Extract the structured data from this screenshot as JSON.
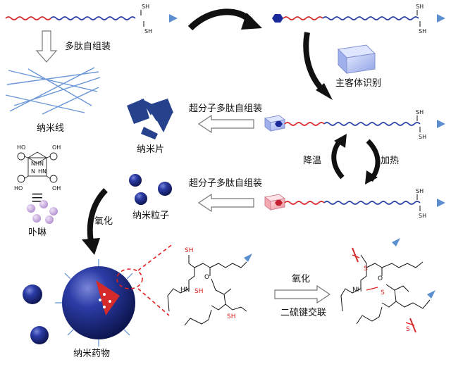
{
  "labels": {
    "self_assembly": "多肽自组装",
    "nanowire": "纳米线",
    "host_guest": "主客体识别",
    "supra_assembly_1": "超分子多肽自组装",
    "supra_assembly_2": "超分子多肽自组装",
    "nanosheet": "纳米片",
    "cooling": "降温",
    "heating": "加热",
    "nanoparticle": "纳米粒子",
    "porphyrin": "卟啉",
    "oxidation_left": "氧化",
    "oxidation_right": "氧化",
    "disulfide_crosslink": "二硫键交联",
    "nanodrug": "纳米药物",
    "sh": "SH",
    "porphyrin_ho": "HO",
    "porphyrin_oh": "OH",
    "porphyrin_nh": "NH",
    "porphyrin_n": "N",
    "porphyrin_hn": "HN",
    "chem_o": "O",
    "chem_nh": "NH",
    "chem_hn": "HN",
    "chem_n": "N",
    "chem_s": "S",
    "identity_sign": "|||"
  },
  "colors": {
    "red_chain": "#d42a2a",
    "blue_chain": "#2a3fa8",
    "arrow_tip": "#5b8fd0",
    "nanowire": "#6a96d8",
    "nanosheet": "#26428c",
    "host_cube": "#a9b8f0",
    "host_cube_pink": "#f4a9b0",
    "sphere": "#1f2f8f",
    "porphyrin_ball": "#c7a9dc",
    "dashed_red": "#e02020"
  }
}
